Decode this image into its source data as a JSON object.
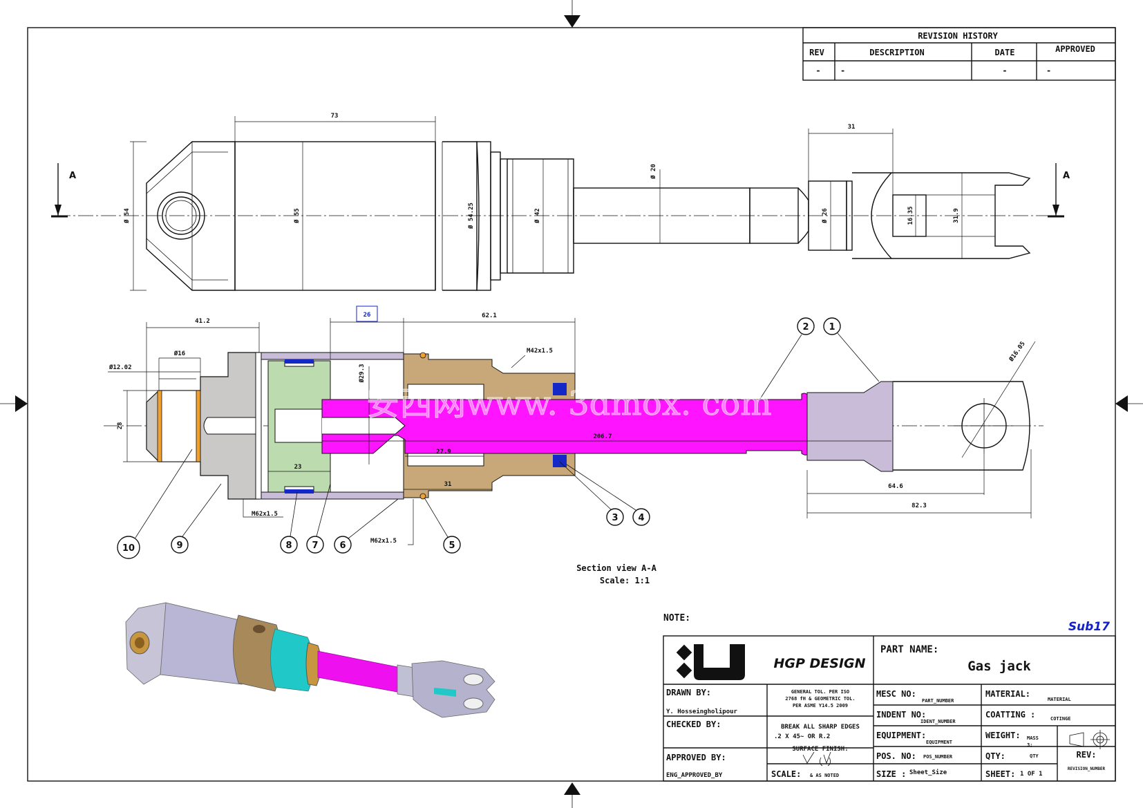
{
  "revision_history": {
    "title": "REVISION HISTORY",
    "headers": [
      "REV",
      "DESCRIPTION",
      "DATE",
      "APPROVED"
    ],
    "row": [
      "-",
      "-",
      "-",
      "-"
    ]
  },
  "section_markers": {
    "left": "A",
    "right": "A"
  },
  "top_view_dims": {
    "d73": "73",
    "d31": "31",
    "phi20": "Ø 20",
    "phi54": "Ø 54",
    "phi55": "Ø 55",
    "phi54_25": "Ø 54.25",
    "phi42": "Ø 42",
    "phi26": "Ø 26",
    "d16_35": "16.35",
    "d31_9": "31.9"
  },
  "section_dims": {
    "d41_2": "41.2",
    "d26": "26",
    "d62_1": "62.1",
    "m42": "M42x1.5",
    "phi12_02": "Ø12.02",
    "phi16": "Ø16",
    "d28": "28",
    "phi29_3": "Ø29.3",
    "phi16_05": "Ø16.05",
    "d206_7": "206.7",
    "d27_9": "27.9",
    "d23": "23",
    "d31b": "31",
    "m62a": "M62x1.5",
    "m62b": "M62x1.5",
    "d64_6": "64.6",
    "d82_3": "82.3"
  },
  "balloons": [
    "1",
    "2",
    "3",
    "4",
    "5",
    "6",
    "7",
    "8",
    "9",
    "10"
  ],
  "section_caption": {
    "line1": "Section view A-A",
    "line2": "Scale:  1:1"
  },
  "watermark": "安西网www. 3dmox. com",
  "note_label": "NOTE:",
  "sheet_tag": "Sub17",
  "title_block": {
    "company": "HGP DESIGN",
    "part_name_label": "PART NAME:",
    "part_name": "Gas jack",
    "drawn_by_label": "DRAWN BY:",
    "drawn_by": "Y. Hosseingholipour",
    "checked_by_label": "CHECKED BY:",
    "approved_by_label": "APPROVED BY:",
    "approved_by": "ENG_APPROVED_BY",
    "tol_line1": "GENERAL TOL. PER ISO",
    "tol_line2": "2768 fH & GEOMETRIC TOL.",
    "tol_line3": "PER ASME Y14.5 2009",
    "edges_line1": "BREAK ALL SHARP EDGES",
    "edges_line2": ".2 X 45~ OR R.2",
    "surface_finish": "SURFACE FINISH:",
    "scale_label": "SCALE:",
    "scale_value": "& AS NOTED",
    "mesc_label": "MESC NO:",
    "mesc_value": "PART_NUMBER",
    "indent_label": "INDENT NO:",
    "indent_value": "IDENT_NUMBER",
    "equipment_label": "EQUIPMENT:",
    "equipment_value": "EQUIPMENT",
    "pos_label": "POS. NO:",
    "pos_value": "POS_NUMBER",
    "size_label": "SIZE :",
    "size_value": "Sheet_Size",
    "material_label": "MATERIAL:",
    "material_value": "MATERIAL",
    "coating_label": "COATTING :",
    "coating_value": "COTINGE",
    "weight_label": "WEIGHT:",
    "weight_value": "MASS",
    "weight_unit": "3;",
    "qty_label": "QTY:",
    "qty_value": "QTY",
    "sheet_label": "SHEET:",
    "sheet_value": "1 OF 1",
    "rev_label": "REV:",
    "rev_value": "REVISION_NUMBER"
  },
  "colors": {
    "housing": "#cbc8c8",
    "piston": "#bcdcb0",
    "nut": "#c8a878",
    "rod": "#ff14ff",
    "clevis": "#c8bcd8",
    "seal": "#1428c8",
    "ring": "#f0a030",
    "tag_blue": "#1420c8"
  }
}
